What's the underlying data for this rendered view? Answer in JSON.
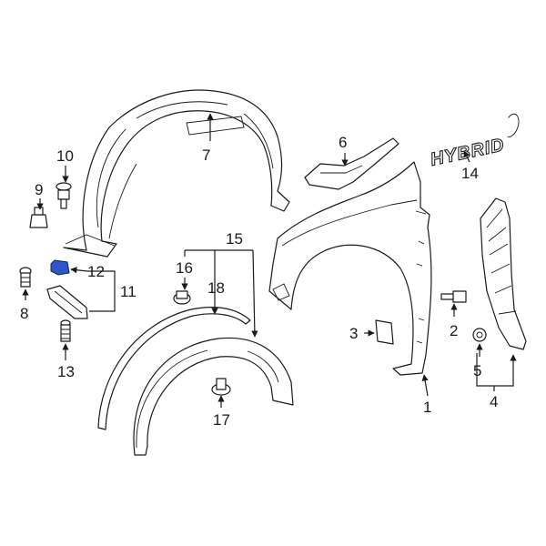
{
  "diagram": {
    "emblem_text": "HYBRID",
    "highlight_color": "#2f55c8",
    "line_color": "#1a1a1a",
    "callouts": [
      "1",
      "2",
      "3",
      "4",
      "5",
      "6",
      "7",
      "8",
      "9",
      "10",
      "11",
      "12",
      "13",
      "14",
      "15",
      "16",
      "17",
      "18"
    ]
  }
}
